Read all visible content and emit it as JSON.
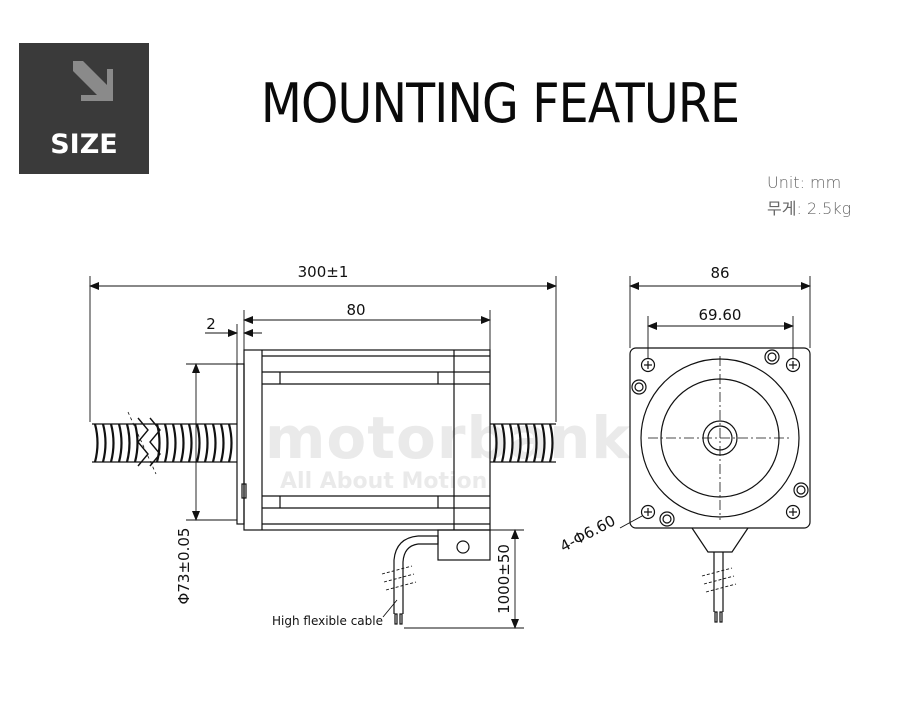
{
  "badge": {
    "label": "SIZE",
    "icon": "arrow-down-right-icon"
  },
  "title": "MOUNTING FEATURE",
  "specs": {
    "unit": "Unit: mm",
    "weight": "무게: 2.5kg"
  },
  "dimensions": {
    "overall_length": "300±1",
    "body_length": "80",
    "flange": "2",
    "shaft_diameter": "Φ73±0.05",
    "cable_length": "1000±50",
    "face_width": "86",
    "hole_spacing": "69.60",
    "holes": "4-Φ6.60"
  },
  "annotations": {
    "cable": "High flexible cable"
  },
  "watermark": {
    "brand": "motorbank",
    "tagline": "All About Motion"
  }
}
